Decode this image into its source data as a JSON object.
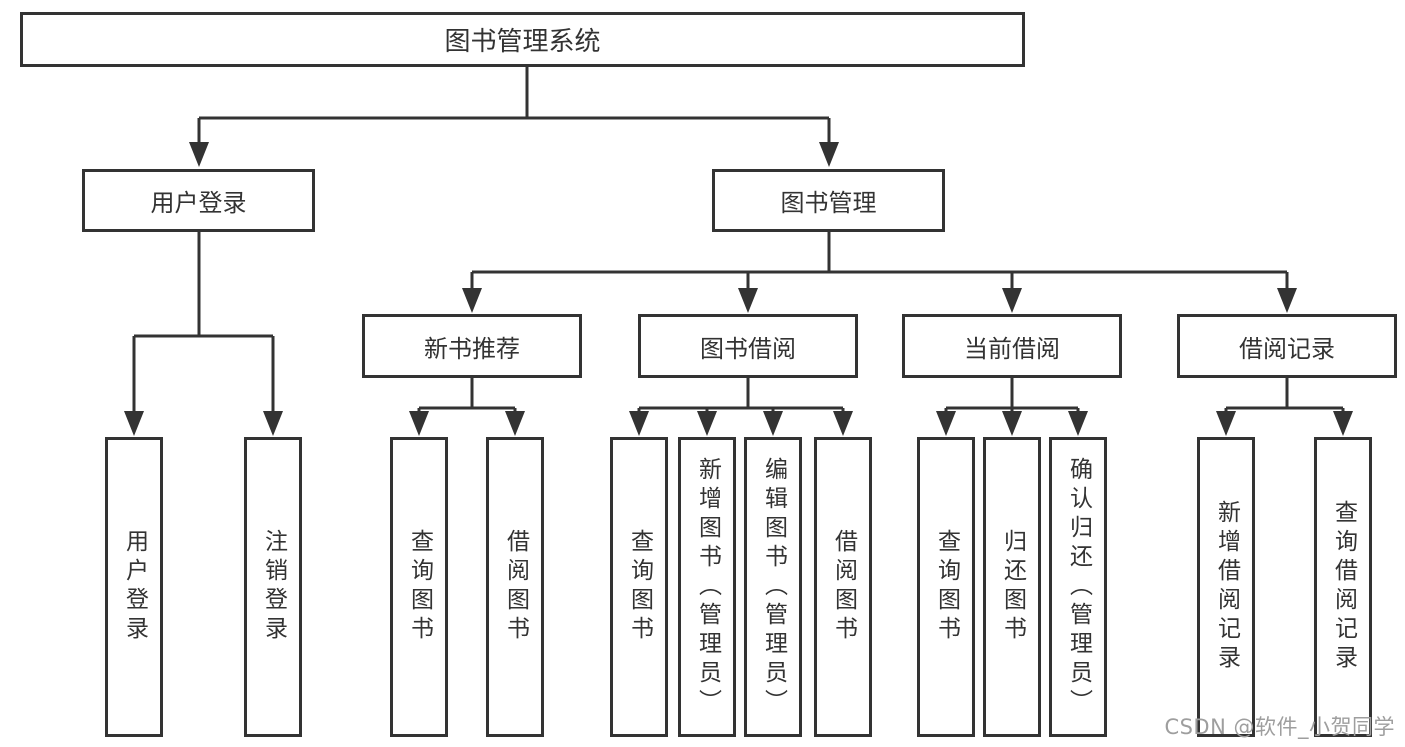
{
  "title": {
    "label": "图书管理系统"
  },
  "level2": {
    "user_login": {
      "label": "用户登录"
    },
    "book_mgmt": {
      "label": "图书管理"
    }
  },
  "level3": {
    "new_books": {
      "label": "新书推荐"
    },
    "borrowing": {
      "label": "图书借阅"
    },
    "current": {
      "label": "当前借阅"
    },
    "records": {
      "label": "借阅记录"
    }
  },
  "level4": {
    "user_login": [
      {
        "label": "用户登录"
      },
      {
        "label": "注销登录"
      }
    ],
    "new_books": [
      {
        "label": "查询图书"
      },
      {
        "label": "借阅图书"
      }
    ],
    "borrowing": [
      {
        "label": "查询图书"
      },
      {
        "label": "新增图书（管理员）"
      },
      {
        "label": "编辑图书（管理员）"
      },
      {
        "label": "借阅图书"
      }
    ],
    "current": [
      {
        "label": "查询图书"
      },
      {
        "label": "归还图书"
      },
      {
        "label": "确认归还（管理员）"
      }
    ],
    "records": [
      {
        "label": "新增借阅记录"
      },
      {
        "label": "查询借阅记录"
      }
    ]
  },
  "watermark": {
    "text": "CSDN @软件_小贺同学"
  },
  "colors": {
    "line": "#333333",
    "text": "#333333",
    "box_background": "#ffffff",
    "watermark": "#9e9e9e",
    "background": "#ffffff"
  }
}
